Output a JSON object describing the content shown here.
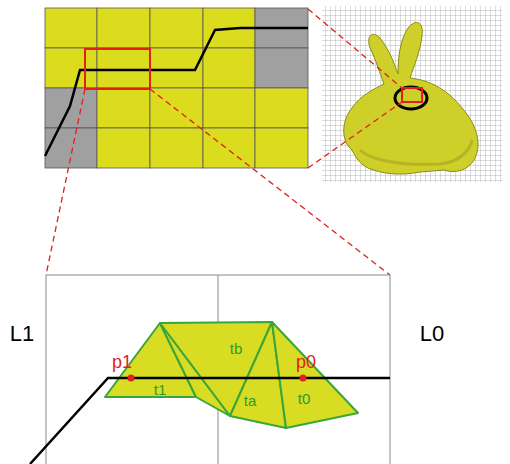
{
  "diagram": {
    "labels": [
      "L1",
      "L0",
      "p1",
      "p0",
      "t1",
      "tb",
      "ta",
      "t0"
    ]
  }
}
